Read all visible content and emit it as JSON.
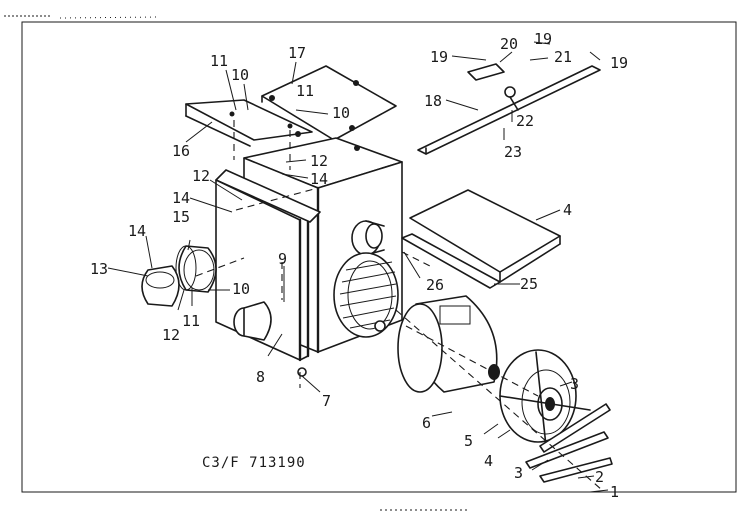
{
  "caption": "C3/F 713190",
  "labels": [
    {
      "id": "l1",
      "text": "1"
    },
    {
      "id": "l2",
      "text": "2"
    },
    {
      "id": "l3a",
      "text": "3"
    },
    {
      "id": "l3b",
      "text": "3"
    },
    {
      "id": "l4a",
      "text": "4"
    },
    {
      "id": "l4b",
      "text": "4"
    },
    {
      "id": "l5",
      "text": "5"
    },
    {
      "id": "l6",
      "text": "6"
    },
    {
      "id": "l7",
      "text": "7"
    },
    {
      "id": "l8",
      "text": "8"
    },
    {
      "id": "l9",
      "text": "9"
    },
    {
      "id": "l10a",
      "text": "10"
    },
    {
      "id": "l10b",
      "text": "10"
    },
    {
      "id": "l10c",
      "text": "10"
    },
    {
      "id": "l11a",
      "text": "11"
    },
    {
      "id": "l11b",
      "text": "11"
    },
    {
      "id": "l11c",
      "text": "11"
    },
    {
      "id": "l12a",
      "text": "12"
    },
    {
      "id": "l12b",
      "text": "12"
    },
    {
      "id": "l12c",
      "text": "12"
    },
    {
      "id": "l13",
      "text": "13"
    },
    {
      "id": "l14a",
      "text": "14"
    },
    {
      "id": "l14b",
      "text": "14"
    },
    {
      "id": "l14c",
      "text": "14"
    },
    {
      "id": "l15",
      "text": "15"
    },
    {
      "id": "l16",
      "text": "16"
    },
    {
      "id": "l17",
      "text": "17"
    },
    {
      "id": "l18",
      "text": "18"
    },
    {
      "id": "l19a",
      "text": "19"
    },
    {
      "id": "l19b",
      "text": "19"
    },
    {
      "id": "l19c",
      "text": "19"
    },
    {
      "id": "l20",
      "text": "20"
    },
    {
      "id": "l21",
      "text": "21"
    },
    {
      "id": "l22",
      "text": "22"
    },
    {
      "id": "l23",
      "text": "23"
    },
    {
      "id": "l25",
      "text": "25"
    },
    {
      "id": "l26",
      "text": "26"
    }
  ]
}
